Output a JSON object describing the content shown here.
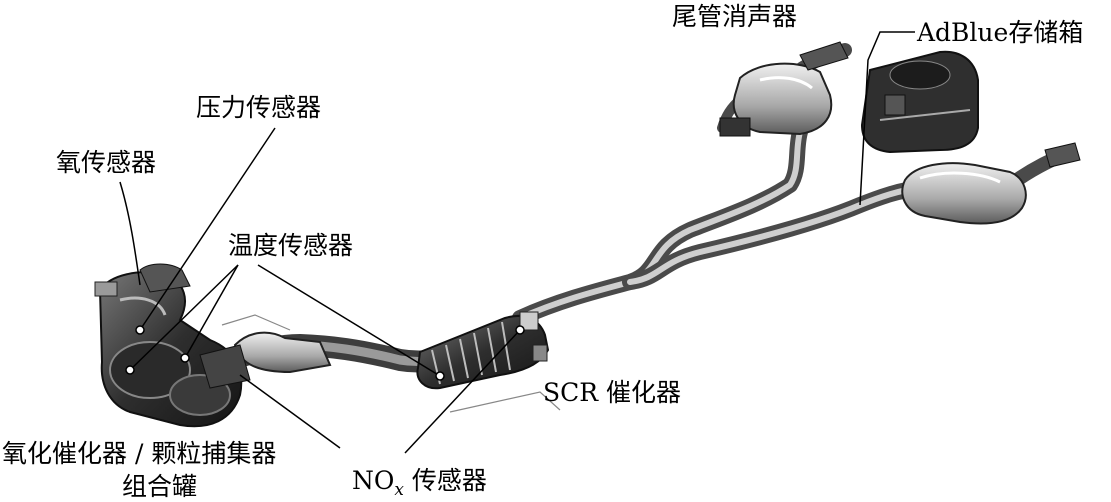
{
  "labels": {
    "oxygen_sensor": "氧传感器",
    "pressure_sensor": "压力传感器",
    "temperature_sensor": "温度传感器",
    "tail_muffler": "尾管消声器",
    "adblue_tank": "AdBlue存储箱",
    "scr_catalyst": "SCR 催化器",
    "oxi_dpf_line1": "氧化催化器 / 颗粒捕集器",
    "oxi_dpf_line2": "组合罐",
    "nox_main": "NO",
    "nox_sub": "x",
    "nox_rest": " 传感器"
  },
  "colors": {
    "line": "#000000",
    "pipe": "#8c8c8c",
    "pipe_highlight": "#d6d6d6",
    "dark_part": "#3a3a3a",
    "mid_part": "#6f6f6f"
  }
}
